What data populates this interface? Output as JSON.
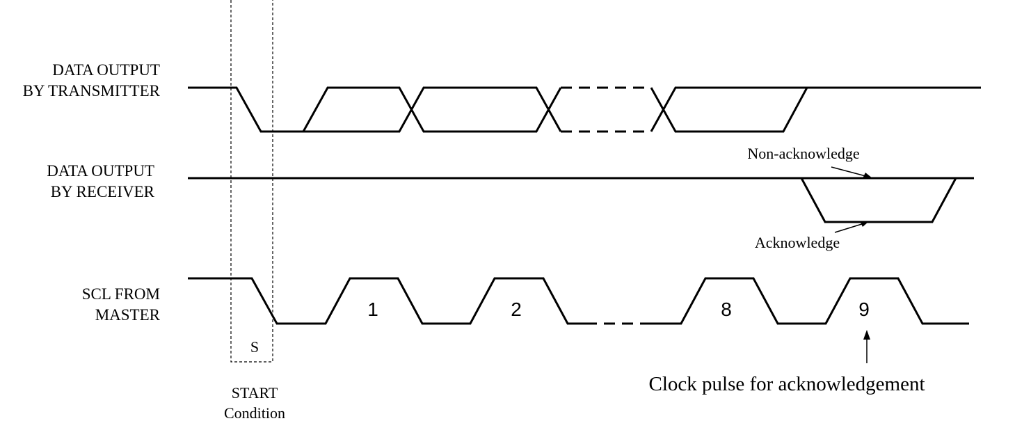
{
  "signals": {
    "transmitter": {
      "line1": "DATA OUTPUT",
      "line2": "BY TRANSMITTER"
    },
    "receiver": {
      "line1": "DATA OUTPUT",
      "line2": "BY RECEIVER"
    },
    "scl": {
      "line1": "SCL FROM",
      "line2": "MASTER"
    }
  },
  "clock_pulses": [
    "1",
    "2",
    "8",
    "9"
  ],
  "start": {
    "marker": "S",
    "line1": "START",
    "line2": "Condition"
  },
  "annotations": {
    "non_acknowledge": "Non-acknowledge",
    "acknowledge": "Acknowledge",
    "clock_pulse_ack": "Clock pulse for acknowledgement"
  }
}
